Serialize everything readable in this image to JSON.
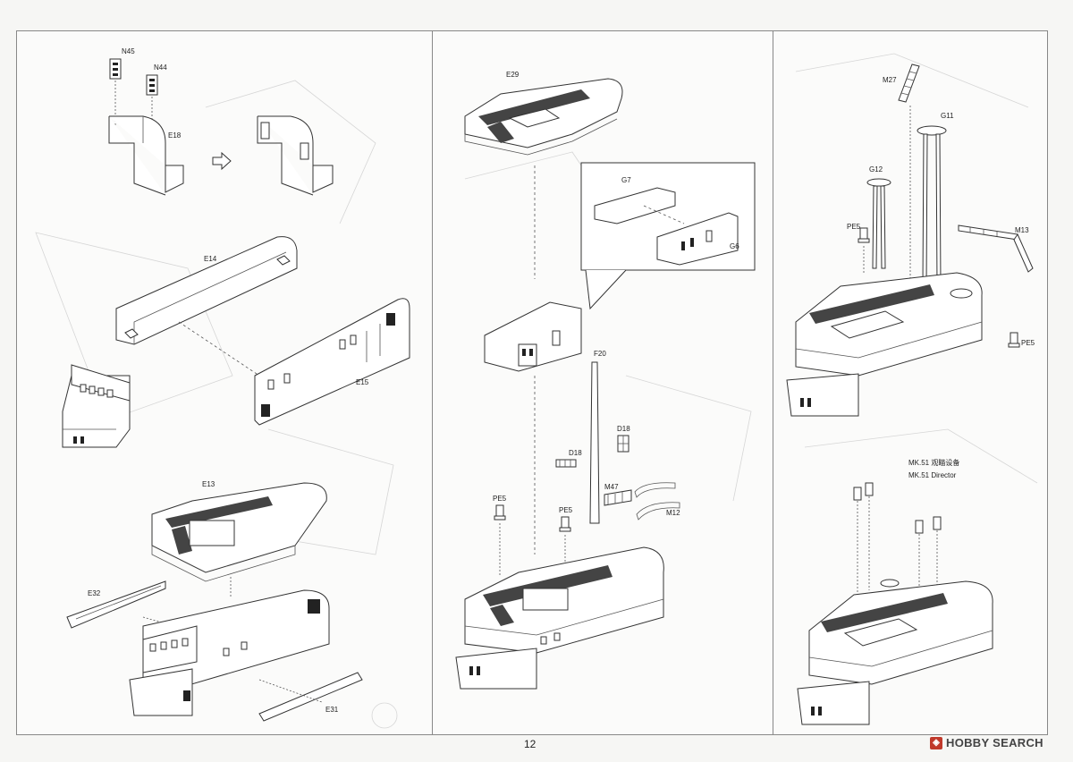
{
  "labels": {
    "n45": "N45",
    "n44": "N44",
    "e18": "E18",
    "e14": "E14",
    "e15": "E15",
    "e13": "E13",
    "e32": "E32",
    "e31": "E31",
    "e29": "E29",
    "g7": "G7",
    "g6": "G6",
    "f20": "F20",
    "d18a": "D18",
    "d18b": "D18",
    "m47": "M47",
    "pe5a": "PE5",
    "pe5b": "PE5",
    "m12": "M12",
    "m27": "M27",
    "g11": "G11",
    "g12": "G12",
    "pe5c": "PE5",
    "m13": "M13",
    "pe5d": "PE5",
    "mk51_cn": "MK.51 观瞄设备",
    "mk51_en": "MK.51 Director"
  },
  "page_number": "12",
  "watermark": {
    "text": "HOBBY SEARCH",
    "icon": "hobby-search-logo-icon",
    "color": "#c0392b"
  }
}
